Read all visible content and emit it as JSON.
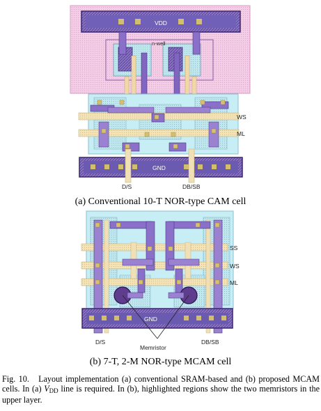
{
  "figure_a": {
    "labels": {
      "vdd": "VDD",
      "nwell": "n-well",
      "ws": "WS",
      "ml": "ML",
      "gnd": "GND",
      "ds": "D/S",
      "dbsb": "DB/SB"
    },
    "caption": "(a) Conventional 10-T NOR-type CAM cell"
  },
  "figure_b": {
    "labels": {
      "ss": "SS",
      "ws": "WS",
      "ml": "ML",
      "gnd": "GND",
      "ds": "D/S",
      "memristor": "Memristor",
      "dbsb": "DB/SB"
    },
    "caption": "(b) 7-T, 2-M NOR-type MCAM cell"
  },
  "caption": {
    "fig_label": "Fig. 10.",
    "text_part1": "Layout implementation (a) conventional SRAM-based and (b) proposed MCAM cells. In (a) ",
    "vdd_main": "V",
    "vdd_sub": "DD",
    "text_part2": " line is required. In (b), highlighted regions show the two memristors in the upper layer."
  },
  "colors": {
    "nwell": "#f3cfe6",
    "active": "#c5ecf3",
    "metal1": "#9a8ad0",
    "metal2": "#6a4aa6",
    "poly": "#f3e1b0",
    "contact": "#d6c070",
    "memristor": "#5e3c8e"
  }
}
